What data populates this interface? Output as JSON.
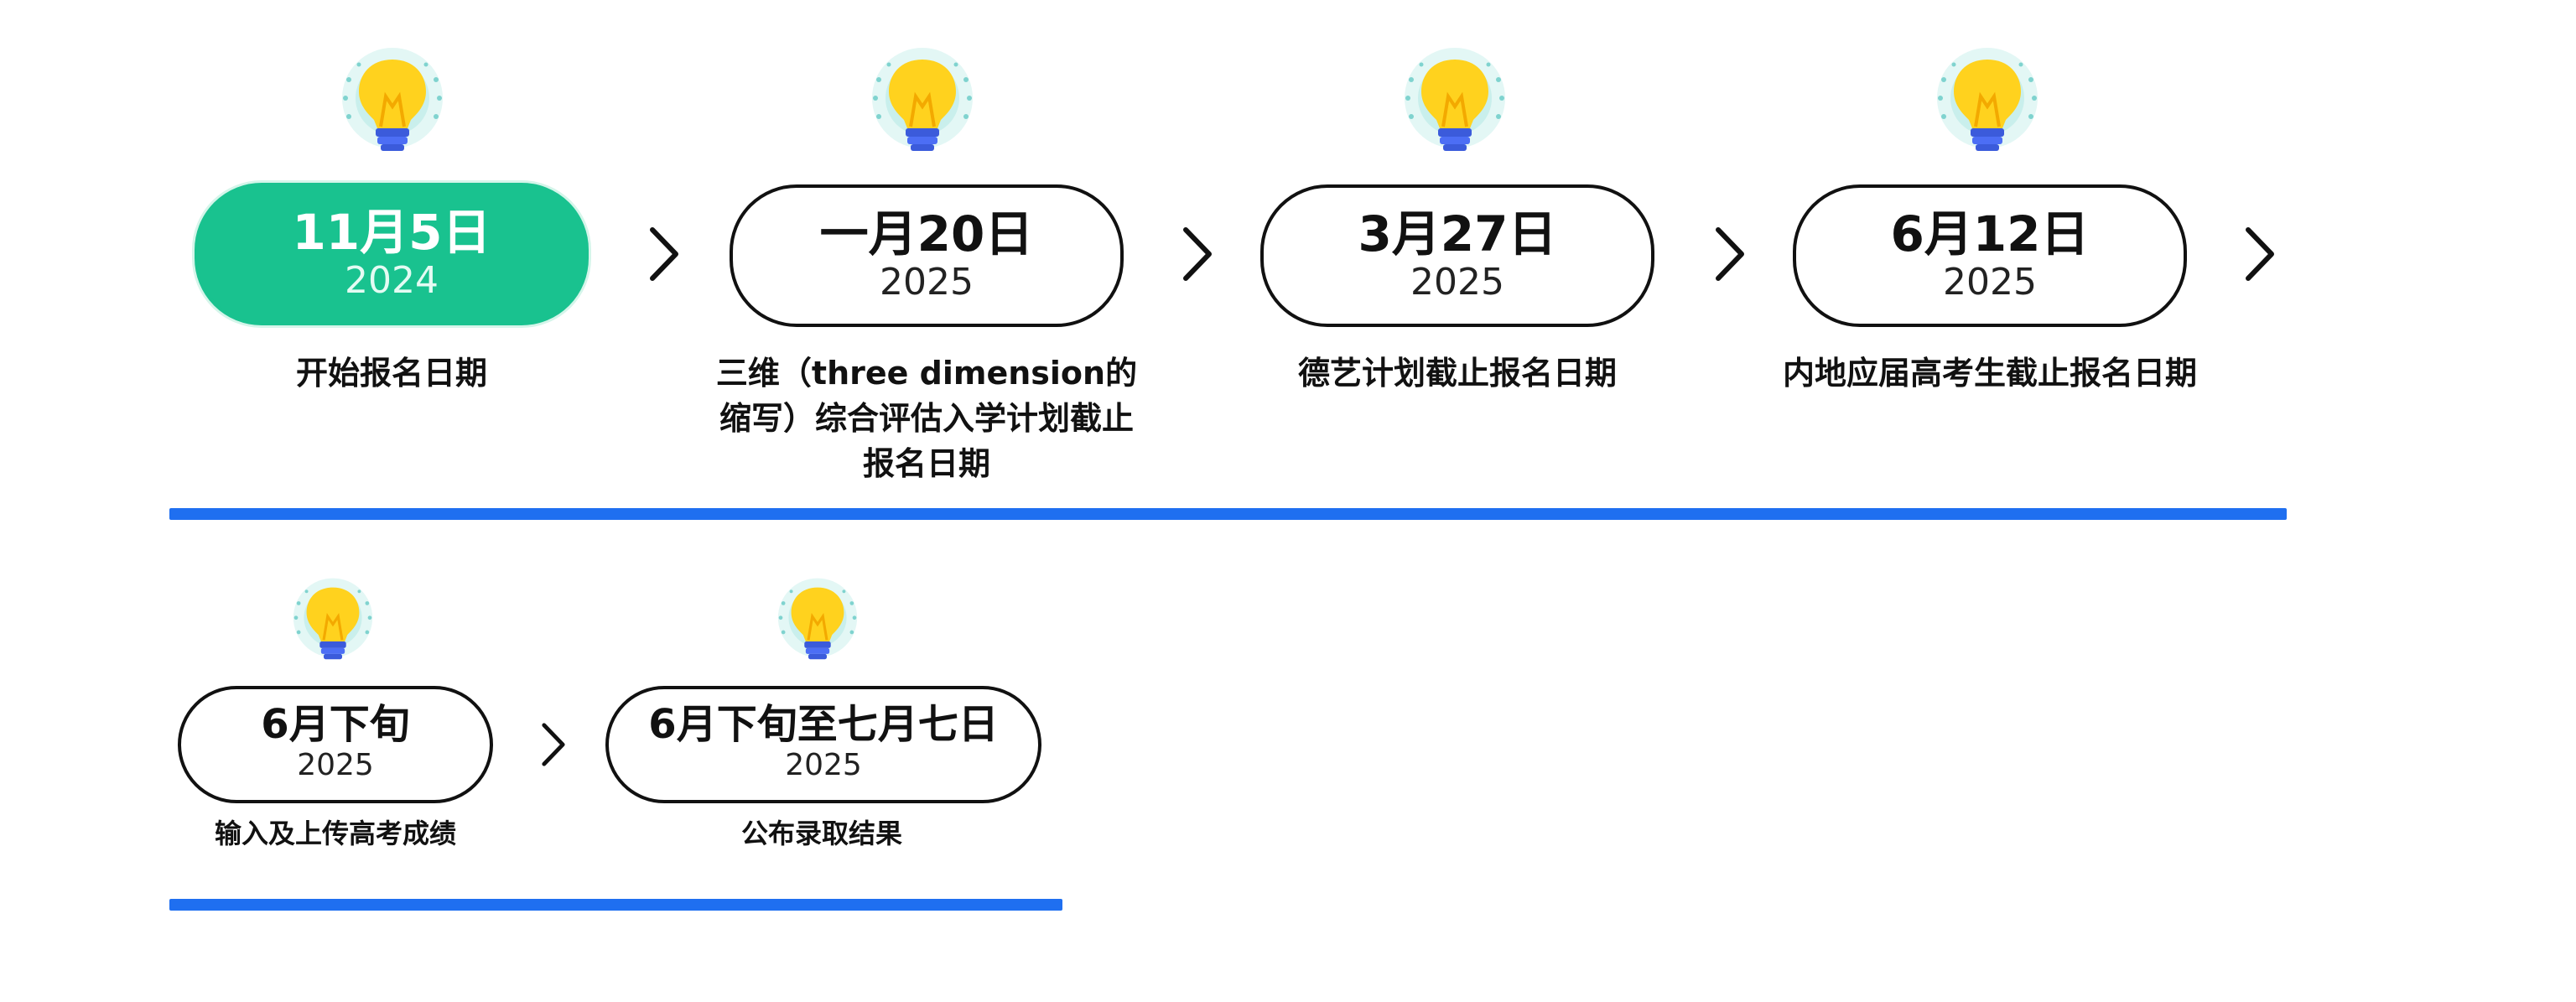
{
  "colors": {
    "accent": "#19c28f",
    "rule": "#1f6ff0",
    "bulb": "#ffd21e"
  },
  "steps": [
    {
      "date": "11月5日",
      "year": "2024",
      "label": "开始报名日期",
      "active": true,
      "icon": "lightbulb-icon"
    },
    {
      "date": "一月20日",
      "year": "2025",
      "label": "三维（three dimension的缩写）综合评估入学计划截止报名日期",
      "active": false,
      "icon": "lightbulb-icon"
    },
    {
      "date": "3月27日",
      "year": "2025",
      "label": "德艺计划截止报名日期",
      "active": false,
      "icon": "lightbulb-icon"
    },
    {
      "date": "6月12日",
      "year": "2025",
      "label": "内地应届高考生截止报名日期",
      "active": false,
      "icon": "lightbulb-icon"
    },
    {
      "date": "6月下旬",
      "year": "2025",
      "label": "输入及上传高考成绩",
      "active": false,
      "icon": "lightbulb-icon"
    },
    {
      "date": "6月下旬至七月七日",
      "year": "2025",
      "label": "公布录取结果",
      "active": false,
      "icon": "lightbulb-icon"
    }
  ]
}
